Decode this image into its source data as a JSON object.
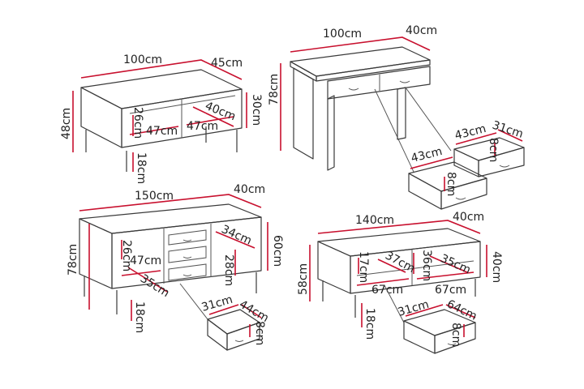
{
  "diagrams": {
    "coffee_table": {
      "width": "100cm",
      "depth": "45cm",
      "height": "48cm",
      "inner_height": "30cm",
      "shelf_height": "26cm",
      "compartment_left": "47cm",
      "compartment_right": "47cm",
      "compartment_depth": "40cm",
      "leg_height": "18cm"
    },
    "desk": {
      "width": "100cm",
      "depth": "40cm",
      "height": "78cm",
      "drawer_left_width": "43cm",
      "drawer_right_width": "43cm",
      "drawer_depth": "31cm",
      "drawer_left_height": "8cm",
      "drawer_right_height": "8cm"
    },
    "tv_bench_large": {
      "width": "150cm",
      "depth": "40cm",
      "height": "78cm",
      "cabinet_height": "60cm",
      "shelf_height": "26cm",
      "shelf_width": "47cm",
      "shelf_depth": "35cm",
      "right_depth": "34cm",
      "right_height": "28cm",
      "leg_height": "18cm",
      "drawer_depth": "31cm",
      "drawer_width": "44cm",
      "drawer_height": "8cm"
    },
    "tv_bench_small": {
      "width": "140cm",
      "depth": "40cm",
      "height": "58cm",
      "cabinet_height": "40cm",
      "left_height": "17cm",
      "left_depth": "37cm",
      "mid_height": "36cm",
      "right_depth": "35cm",
      "left_width": "67cm",
      "right_width": "67cm",
      "leg_height": "18cm",
      "drawer_depth": "31cm",
      "drawer_width": "64cm",
      "drawer_height": "8cm"
    }
  },
  "colors": {
    "outline": "#3a3a3a",
    "dimension": "#c8102e",
    "background": "#ffffff",
    "text": "#222222"
  }
}
